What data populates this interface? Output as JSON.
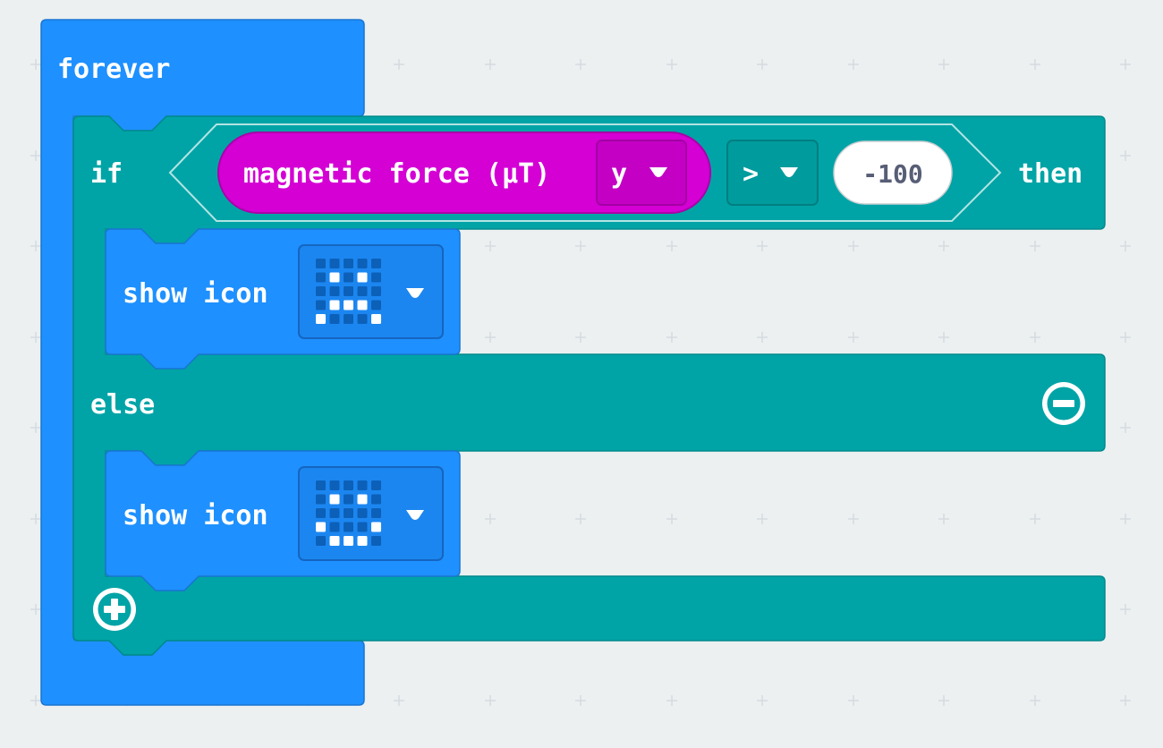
{
  "blocks": {
    "forever": {
      "label": "forever"
    },
    "if_block": {
      "if_label": "if",
      "then_label": "then",
      "else_label": "else",
      "remove_else_icon": "minus-circle-icon",
      "add_branch_icon": "plus-circle-icon",
      "condition": {
        "sensor_label": "magnetic force (μT)",
        "axis_value": "y",
        "operator_value": ">",
        "compare_value": "-100"
      }
    },
    "show_icon_then": {
      "label": "show icon",
      "icon_matrix": [
        [
          0,
          0,
          0,
          0,
          0
        ],
        [
          0,
          1,
          0,
          1,
          0
        ],
        [
          0,
          0,
          0,
          0,
          0
        ],
        [
          0,
          1,
          1,
          1,
          0
        ],
        [
          1,
          0,
          0,
          0,
          1
        ]
      ]
    },
    "show_icon_else": {
      "label": "show icon",
      "icon_matrix": [
        [
          0,
          0,
          0,
          0,
          0
        ],
        [
          0,
          1,
          0,
          1,
          0
        ],
        [
          0,
          0,
          0,
          0,
          0
        ],
        [
          1,
          0,
          0,
          0,
          1
        ],
        [
          0,
          1,
          1,
          1,
          0
        ]
      ]
    }
  },
  "colors": {
    "background": "#ecf0f1",
    "loops_blue": "#1e90ff",
    "logic_teal": "#00a4a6",
    "input_magenta": "#d400d4",
    "led_on": "#ffffff",
    "led_off": "#0c60b8"
  }
}
